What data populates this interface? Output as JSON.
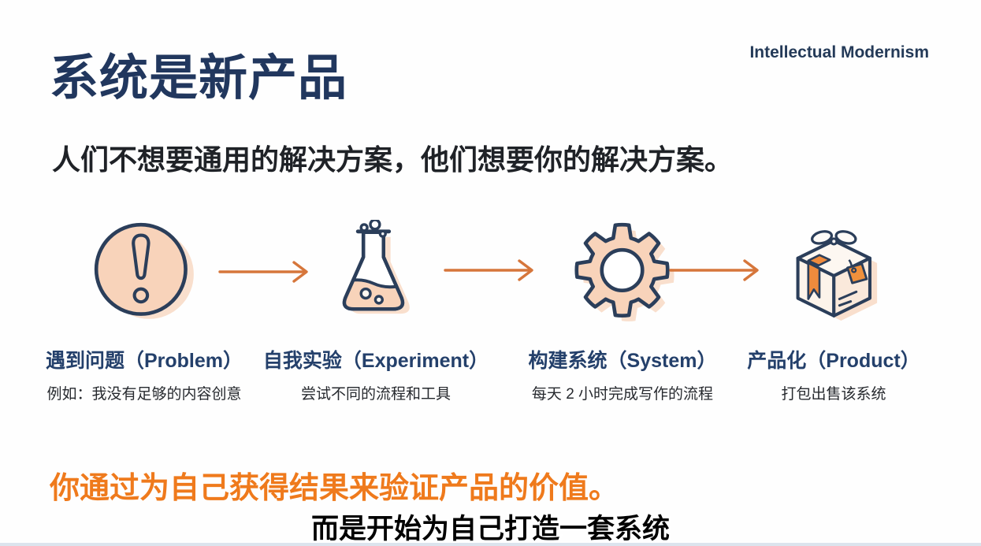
{
  "slide": {
    "title": "系统是新产品",
    "brand": "Intellectual Modernism",
    "subtitle": "人们不想要通用的解决方案，他们想要你的解决方案。",
    "conclusion": "你通过为自己获得结果来验证产品的价值。",
    "caption": "而是开始为自己打造一套系统"
  },
  "steps": [
    {
      "icon": "alert-circle-icon",
      "label": "遇到问题（Problem）",
      "description": "例如：我没有足够的内容创意"
    },
    {
      "icon": "flask-icon",
      "label": "自我实验（Experiment）",
      "description": "尝试不同的流程和工具"
    },
    {
      "icon": "gear-icon",
      "label": "构建系统（System）",
      "description": "每天 2 小时完成写作的流程"
    },
    {
      "icon": "package-icon",
      "label": "产品化（Product）",
      "description": "打包出售该系统"
    }
  ],
  "colors": {
    "title_navy": "#21375e",
    "label_navy": "#24406b",
    "icon_outline_navy": "#2b3e5a",
    "icon_fill_peach": "#f8d3ba",
    "icon_shadow_peach": "#f8dcc8",
    "arrow_orange": "#d6763b",
    "accent_orange": "#ef7a1c",
    "ribbon_tag_orange": "#ef8b3d",
    "body_text": "#1f2227"
  }
}
